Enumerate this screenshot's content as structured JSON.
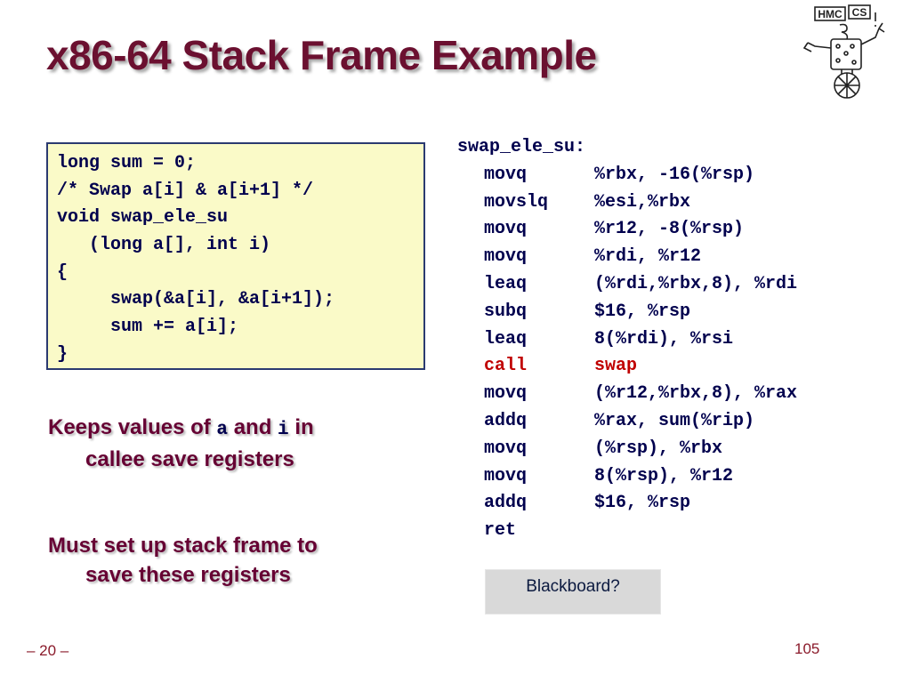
{
  "slide": {
    "title": "x86-64 Stack Frame Example",
    "footer_left": "– 20 –",
    "footer_right": "105"
  },
  "logo": {
    "text_hmc": "HMC",
    "text_cs": "CS",
    "icon": "hmc-cs-robot-logo-icon"
  },
  "c_code": [
    "long sum = 0;",
    "/* Swap a[i] & a[i+1] */",
    "void swap_ele_su",
    "   (long a[], int i)",
    "{",
    "     swap(&a[i], &a[i+1]);",
    "     sum += a[i];",
    "}"
  ],
  "notes": {
    "n1": {
      "pre": "Keeps values of ",
      "var_a": "a",
      "mid": " and ",
      "var_i": "i",
      "post": " in",
      "line2": "callee save registers"
    },
    "n2": {
      "line1": "Must set up stack frame to",
      "line2": "save these registers"
    }
  },
  "asm": {
    "label": "swap_ele_su:",
    "lines": [
      {
        "op": "movq",
        "args": "%rbx, -16(%rsp)"
      },
      {
        "op": "movslq",
        "args": "%esi,%rbx"
      },
      {
        "op": "movq",
        "args": "%r12, -8(%rsp)"
      },
      {
        "op": "movq",
        "args": "%rdi, %r12"
      },
      {
        "op": "leaq",
        "args": "(%rdi,%rbx,8), %rdi"
      },
      {
        "op": "subq",
        "args": "$16, %rsp"
      },
      {
        "op": "leaq",
        "args": "8(%rdi), %rsi"
      },
      {
        "op": "call",
        "args": "swap"
      },
      {
        "op": "movq",
        "args": "(%r12,%rbx,8), %rax"
      },
      {
        "op": "addq",
        "args": "%rax, sum(%rip)"
      },
      {
        "op": "movq",
        "args": "(%rsp), %rbx"
      },
      {
        "op": "movq",
        "args": "8(%rsp), %r12"
      },
      {
        "op": "addq",
        "args": "$16, %rsp"
      },
      {
        "op": "ret",
        "args": ""
      }
    ]
  },
  "blackboard": "Blackboard?",
  "colors": {
    "title": "#6b1030",
    "notes": "#660033",
    "code": "#00004e",
    "highlight": "#c00000",
    "code_box_bg": "#fafac8",
    "code_box_border": "#2b3a70"
  }
}
